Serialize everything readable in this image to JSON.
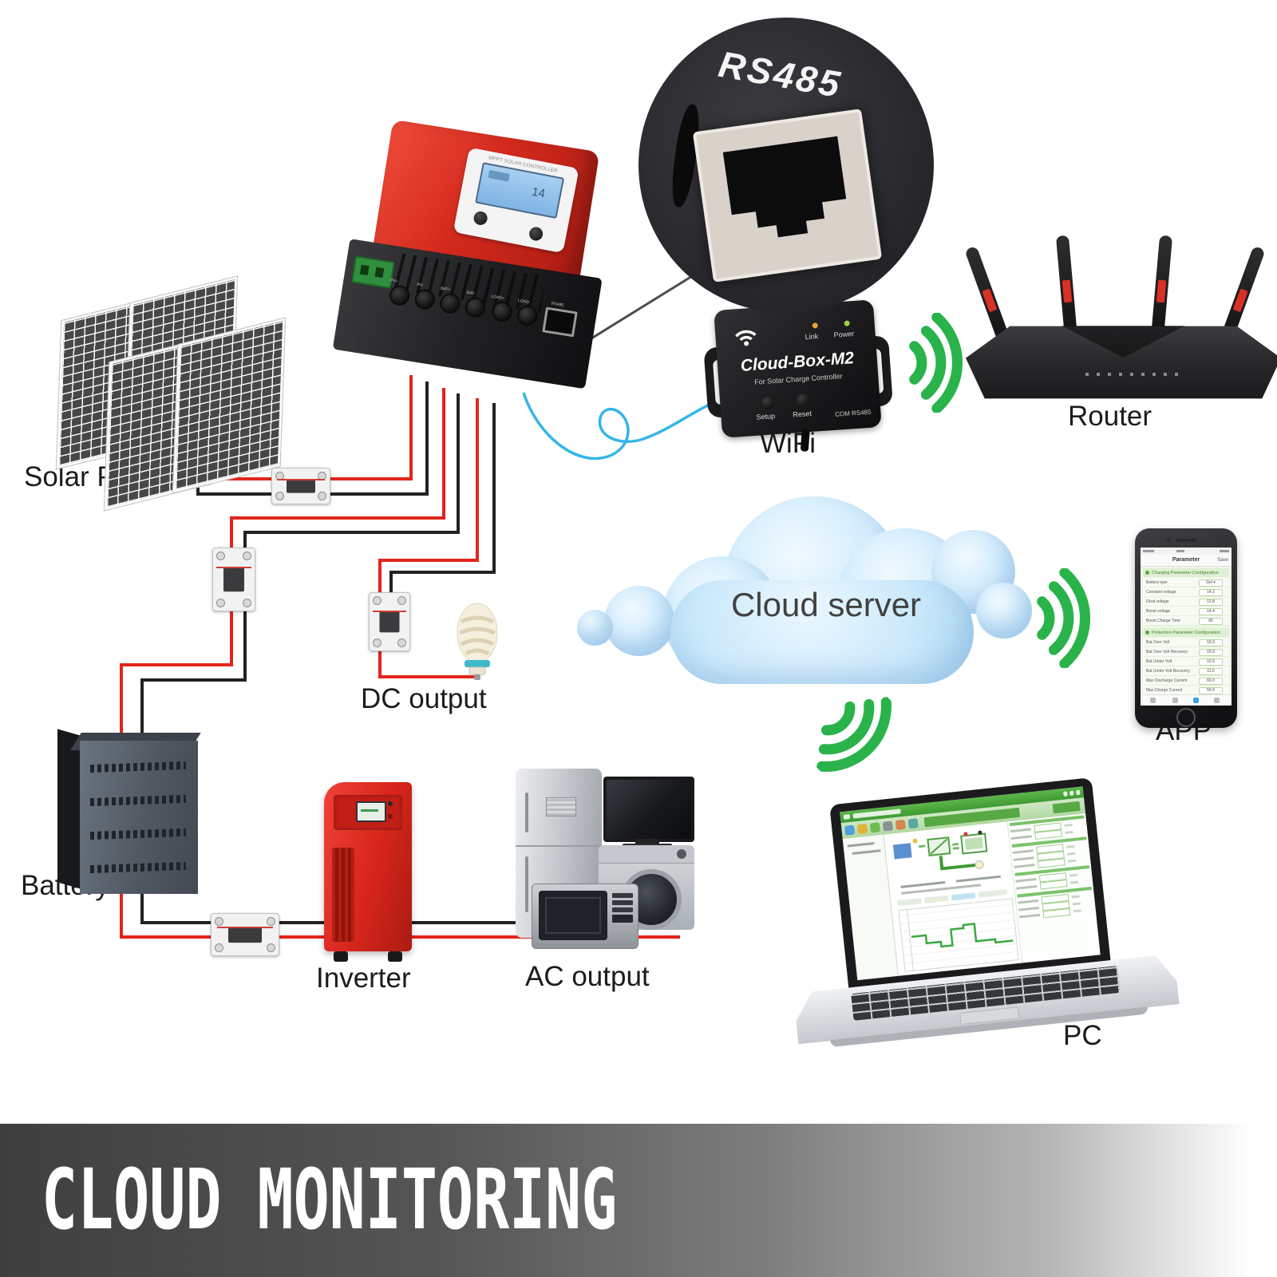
{
  "banner": {
    "title": "CLOUD MONITORING"
  },
  "inset": {
    "label": "RS485"
  },
  "controller": {
    "plate_label": "MPPT SOLAR CONTROLLER",
    "lcd": "14",
    "terminals": [
      "PV+",
      "PV-",
      "BAT+",
      "BAT-",
      "LOAD+",
      "LOAD-"
    ],
    "port_label": "RS485"
  },
  "wifi_module": {
    "label": "WiFi",
    "name": "Cloud-Box-M2",
    "subtitle": "For Solar Charge Controller",
    "leds": [
      "Link",
      "Power"
    ],
    "buttons": [
      "Setup",
      "Reset"
    ],
    "com_label": "COM RS485"
  },
  "router": {
    "label": "Router"
  },
  "cloud": {
    "label": "Cloud server"
  },
  "app": {
    "label": "APP",
    "nav_title": "Parameter",
    "save_label": "Save",
    "sections": [
      {
        "title": "Charging Parameter Configuration",
        "rows": [
          {
            "label": "Battery type",
            "value": "Gel ▾"
          },
          {
            "label": "Constant voltage",
            "value": "14.2"
          },
          {
            "label": "Float voltage",
            "value": "13.8"
          },
          {
            "label": "Boost voltage",
            "value": "14.4"
          },
          {
            "label": "Boost Charge Time",
            "value": "60"
          }
        ]
      },
      {
        "title": "Protection Parameter Configuration",
        "rows": [
          {
            "label": "Bat Over Volt",
            "value": "16.0"
          },
          {
            "label": "Bat Over Volt Recovery",
            "value": "15.0"
          },
          {
            "label": "Bat Under Volt",
            "value": "10.5"
          },
          {
            "label": "Bat Under Volt Recovery",
            "value": "11.0"
          },
          {
            "label": "Max Discharge Current",
            "value": "60.0"
          },
          {
            "label": "Max Charge Current",
            "value": "50.0"
          }
        ]
      }
    ]
  },
  "pc": {
    "label": "PC"
  },
  "solar_panel": {
    "label": "Solar Panel"
  },
  "battery": {
    "label": "Battery"
  },
  "dc_output": {
    "label": "DC output"
  },
  "inverter": {
    "label": "Inverter"
  },
  "ac_output": {
    "label": "AC output"
  },
  "colors": {
    "wire_red": "#e2251b",
    "wire_black": "#222222",
    "cable_blue": "#35b5e8",
    "signal_green": "#29b34a",
    "cloud_blue": "#cfeafb",
    "controller_red": "#d3291d",
    "inverter_red": "#d6251b"
  }
}
